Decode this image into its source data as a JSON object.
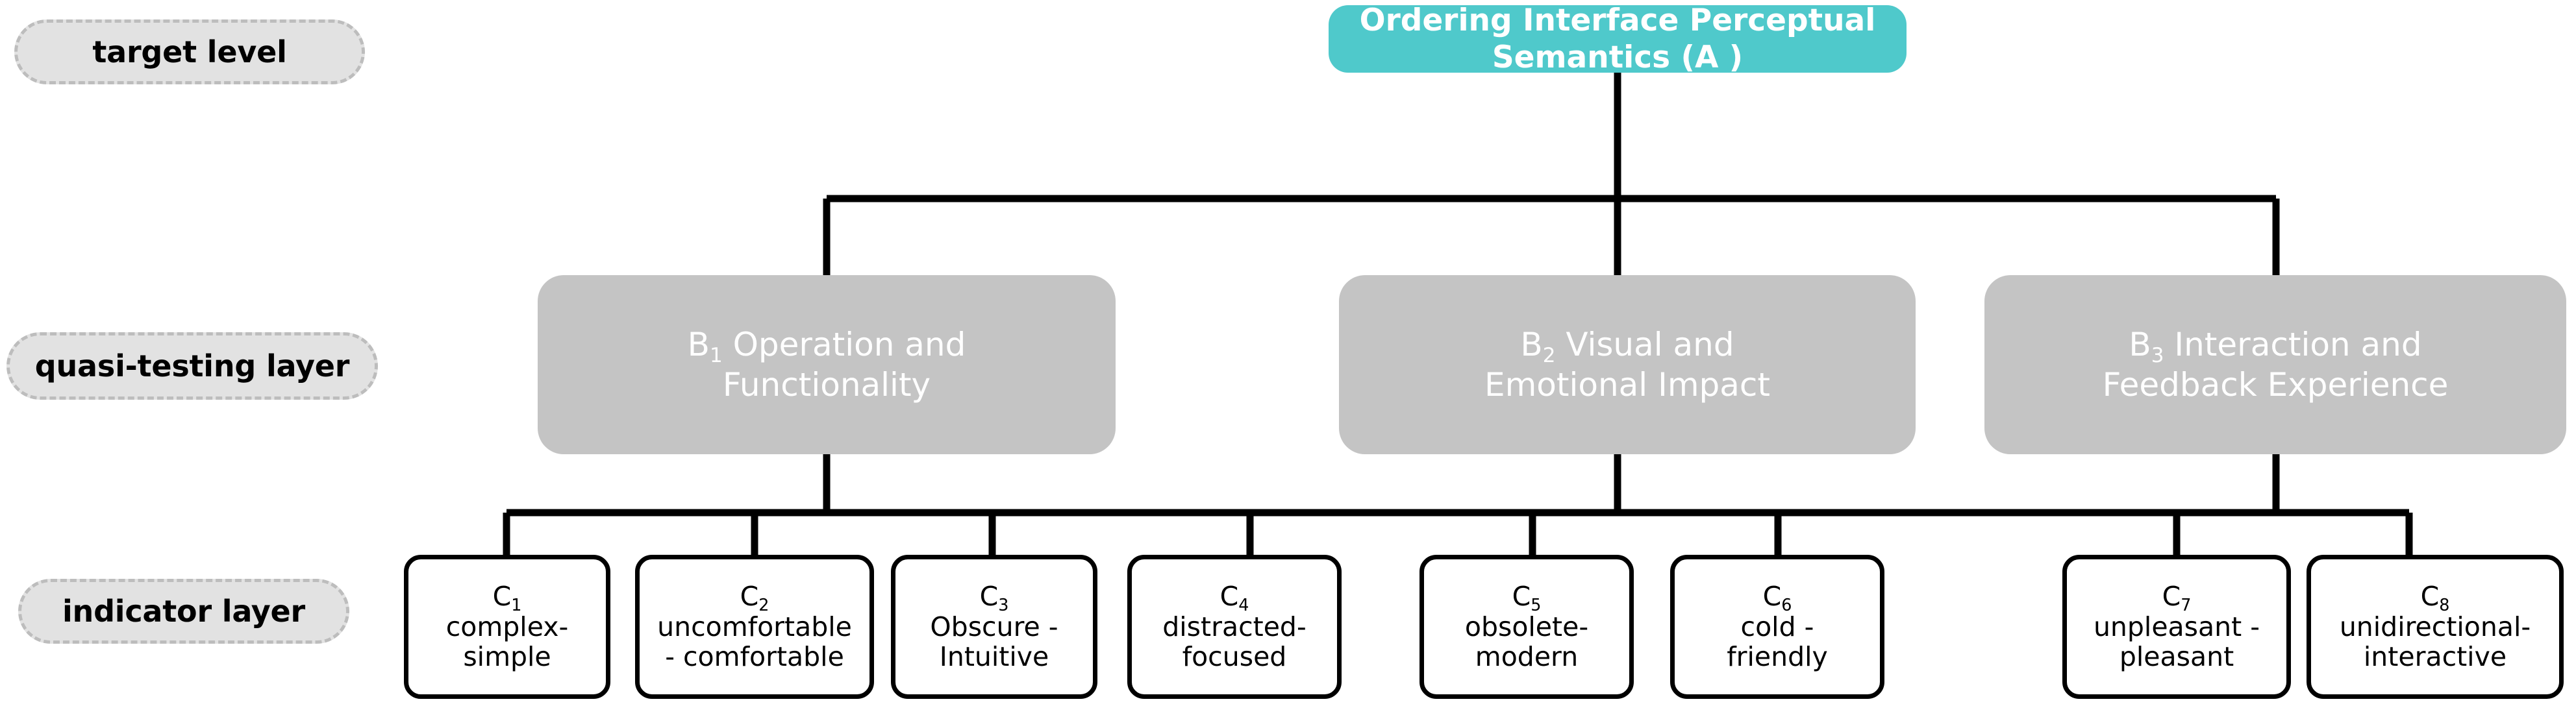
{
  "diagram": {
    "title": "Ordering Interface Perceptual Semantics hierarchy",
    "colors": {
      "level_a_fill": "#4fc9cb",
      "level_b_fill": "#c4c4c4",
      "level_c_fill": "#ffffff",
      "level_c_stroke": "#000000",
      "layer_pill_fill": "#e2e2e2",
      "layer_pill_stroke": "#bdbdbd",
      "connector": "#000000",
      "background": "#ffffff"
    },
    "layer_labels": [
      {
        "id": "target-level",
        "text": "target level"
      },
      {
        "id": "quasi-testing-layer",
        "text": "quasi-testing layer"
      },
      {
        "id": "indicator-layer",
        "text": "indicator layer"
      }
    ],
    "level_a": {
      "code": "A",
      "text": "Ordering Interface Perceptual Semantics (A )",
      "line1": "Ordering Interface Perceptual",
      "line2": "Semantics (A )"
    },
    "level_b": [
      {
        "code": "B",
        "subscript": "1",
        "text": "B1 Operation and Functionality",
        "line1_suffix": " Operation and",
        "line2": "Functionality"
      },
      {
        "code": "B",
        "subscript": "2",
        "text": "B2 Visual and Emotional Impact",
        "line1_suffix": " Visual and",
        "line2": "Emotional Impact"
      },
      {
        "code": "B",
        "subscript": "3",
        "text": "B3 Interaction and Feedback Experience",
        "line1_suffix": " Interaction and",
        "line2": "Feedback Experience"
      }
    ],
    "level_c": [
      {
        "code": "C",
        "subscript": "1",
        "text": "complex-simple",
        "line1": "complex-",
        "line2": "simple",
        "parent": "B1"
      },
      {
        "code": "C",
        "subscript": "2",
        "text": "uncomfortable - comfortable",
        "line1": "uncomfortable",
        "line2": "- comfortable",
        "parent": "B1"
      },
      {
        "code": "C",
        "subscript": "3",
        "text": "Obscure - Intuitive",
        "line1": "Obscure -",
        "line2": "Intuitive",
        "parent": "B1"
      },
      {
        "code": "C",
        "subscript": "4",
        "text": "distracted-focused",
        "line1": "distracted-",
        "line2": "focused",
        "parent": "B1"
      },
      {
        "code": "C",
        "subscript": "5",
        "text": "obsolete-modern",
        "line1": "obsolete-",
        "line2": "modern",
        "parent": "B2"
      },
      {
        "code": "C",
        "subscript": "6",
        "text": "cold - friendly",
        "line1": "cold -",
        "line2": "friendly",
        "parent": "B2"
      },
      {
        "code": "C",
        "subscript": "7",
        "text": "unpleasant - pleasant",
        "line1": "unpleasant -",
        "line2": "pleasant",
        "parent": "B3"
      },
      {
        "code": "C",
        "subscript": "8",
        "text": "unidirectional-interactive",
        "line1": "unidirectional-",
        "line2": "interactive",
        "parent": "B3"
      }
    ]
  }
}
